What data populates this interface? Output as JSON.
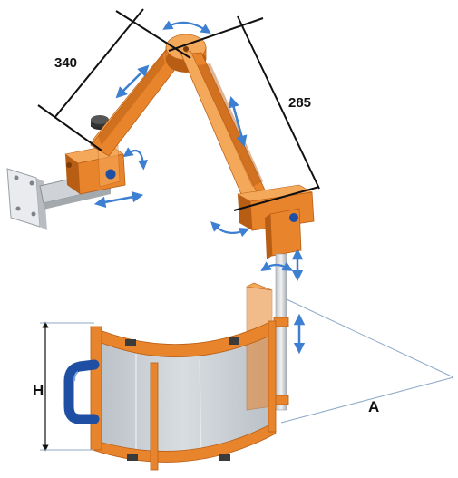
{
  "dimensions": {
    "upper_arm": "340",
    "forearm": "285",
    "shield_height": "H",
    "reach": "A"
  },
  "colors": {
    "arm_orange": "#e8842c",
    "arm_orange_dark": "#b85e14",
    "arm_orange_light": "#f4a85a",
    "shield_glass": "#b9c0c6",
    "shield_glass_light": "#d8dde1",
    "mount_plate": "#e9ebee",
    "handle": "#1f4fa3",
    "motion_arrow": "#3d7fd1",
    "dimension_line": "#111111",
    "extension_line": "#8ea9c9",
    "post": "#d9dcdf"
  },
  "icons": [
    "rotation-arrow-icon",
    "linear-motion-arrow-icon"
  ]
}
